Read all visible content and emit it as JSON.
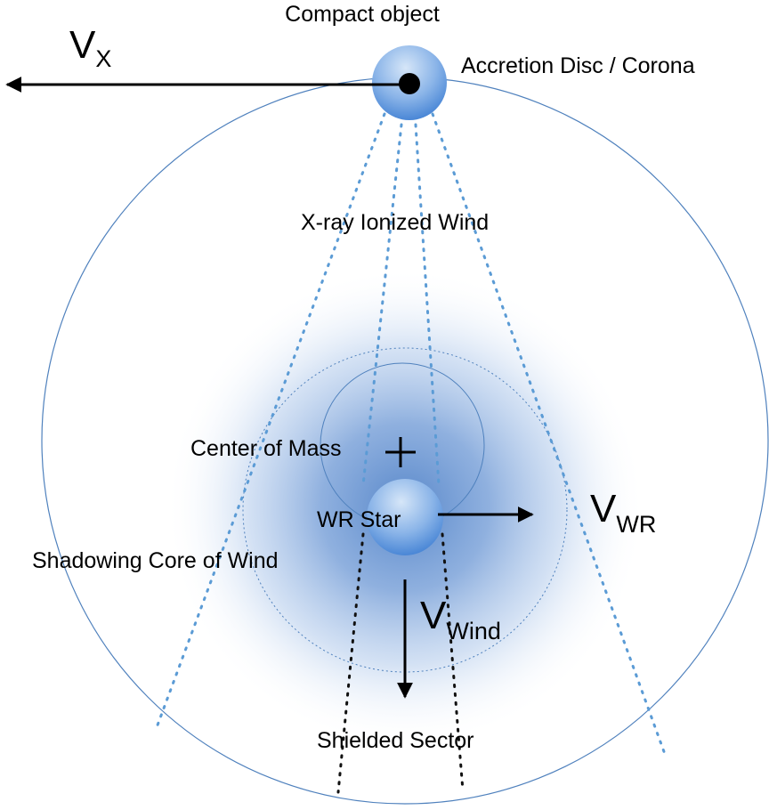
{
  "labels": {
    "compact_object": "Compact object",
    "accretion": "Accretion Disc / Corona",
    "xray_wind": "X-ray Ionized Wind",
    "center_of_mass": "Center of Mass",
    "wr_star": "WR Star",
    "shadowing_core": "Shadowing Core of Wind",
    "shielded_sector": "Shielded Sector"
  },
  "velocities": {
    "vx": {
      "symbol": "V",
      "subscript": "X"
    },
    "vwr": {
      "symbol": "V",
      "subscript": "WR"
    },
    "vwind": {
      "symbol": "V",
      "subscript": "Wind"
    }
  },
  "colors": {
    "orbit": "#4f81bd",
    "wind_dots": "#5b9bd5",
    "shield_dots": "#111111",
    "glow": "#4f81c7",
    "body_light": "#c5dcf5",
    "body_dark": "#4a86d6"
  }
}
